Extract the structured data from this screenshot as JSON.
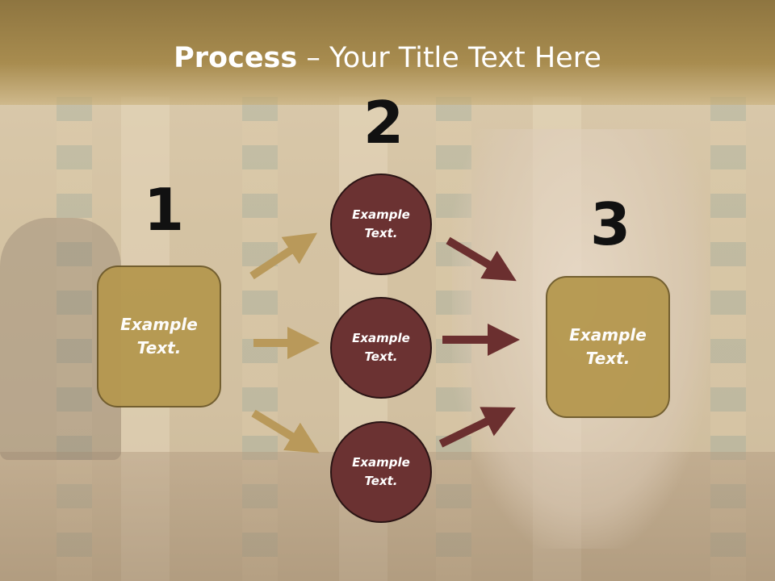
{
  "title": {
    "bold": "Process",
    "rest": " – Your Title Text Here"
  },
  "steps": [
    {
      "number": "1",
      "label": "Example\nText."
    },
    {
      "number": "2",
      "label": "Example\nText."
    },
    {
      "number": "3",
      "label": "Example\nText."
    }
  ],
  "circles": [
    {
      "label": "Example\nText."
    },
    {
      "label": "Example\nText."
    },
    {
      "label": "Example\nText."
    }
  ],
  "colors": {
    "gold": "#b5984f",
    "maroon": "#6b3232",
    "arrow_gold": "#b9995a",
    "arrow_maroon": "#6b2f2f"
  }
}
